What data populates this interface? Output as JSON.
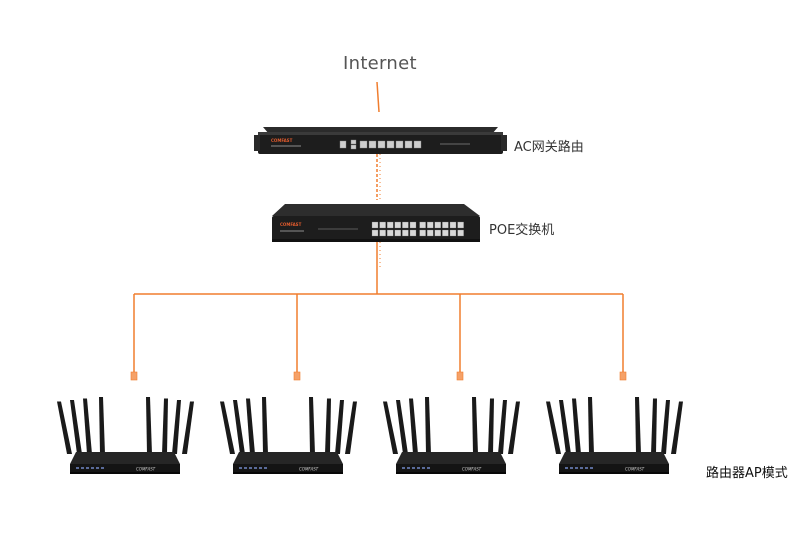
{
  "internet_label": "Internet",
  "gateway": {
    "label": "AC网关路由",
    "brand": "COMFAST"
  },
  "switch": {
    "label": "POE交换机",
    "brand": "COMFAST"
  },
  "routers": {
    "label": "路由器AP模式",
    "brand": "COMFAST",
    "count": 4
  },
  "colors": {
    "cable": "#f07d2e",
    "device_body": "#1d1d1d",
    "label_text": "#333333"
  }
}
